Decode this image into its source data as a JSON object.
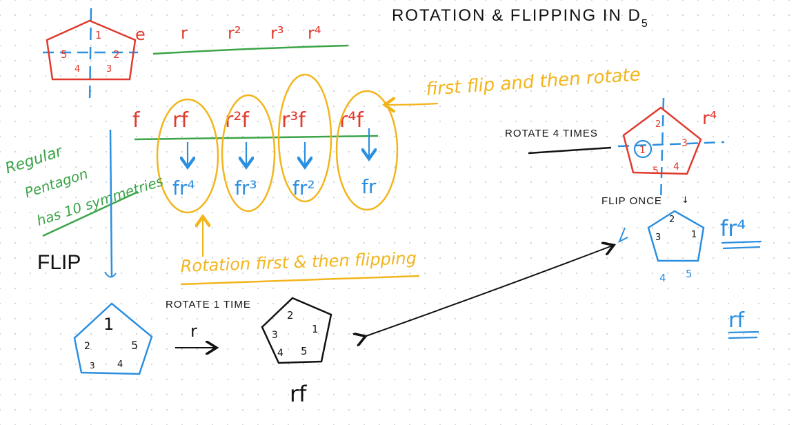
{
  "colors": {
    "red": "#e03a2e",
    "blue": "#2b8fe0",
    "green": "#3aa447",
    "yellow": "#f2b51c",
    "black": "#111111"
  },
  "title": {
    "main": "ROTATION & FLIPPING IN D",
    "sub": "5"
  },
  "top_pentagon": {
    "labels": [
      "1",
      "2",
      "3",
      "4",
      "5"
    ],
    "row_labels": [
      "e",
      "r",
      "r²",
      "r³",
      "r⁴"
    ]
  },
  "flip_row": {
    "labels": [
      "f",
      "rf",
      "r²f",
      "r³f",
      "r⁴f"
    ],
    "results": [
      "fr⁴",
      "fr³",
      "fr²",
      "fr"
    ]
  },
  "notes": {
    "first_flip": "first flip and then rotate",
    "rotation_then_flip": "Rotation first & then flipping",
    "regular_pentagon": [
      "Regular",
      "Pentagon",
      "has 10 symmetries"
    ],
    "flip": "FLIP"
  },
  "bottom": {
    "blue_labels": [
      "1",
      "2",
      "5",
      "3",
      "4"
    ],
    "rotate_label": "ROTATE 1 TIME",
    "r_label": "r",
    "black_labels": [
      "2",
      "1",
      "3",
      "4",
      "5"
    ],
    "rf_label": "rf"
  },
  "right": {
    "rotate_label": "ROTATE 4 TIMES",
    "r4_label": "r⁴",
    "red_labels": [
      "2",
      "1",
      "3",
      "5",
      "4"
    ],
    "flip_label": "FLIP ONCE",
    "blue_labels": [
      "2",
      "3",
      "1",
      "4",
      "5"
    ],
    "fr4_label": "fr⁴",
    "rf_label": "rf"
  }
}
